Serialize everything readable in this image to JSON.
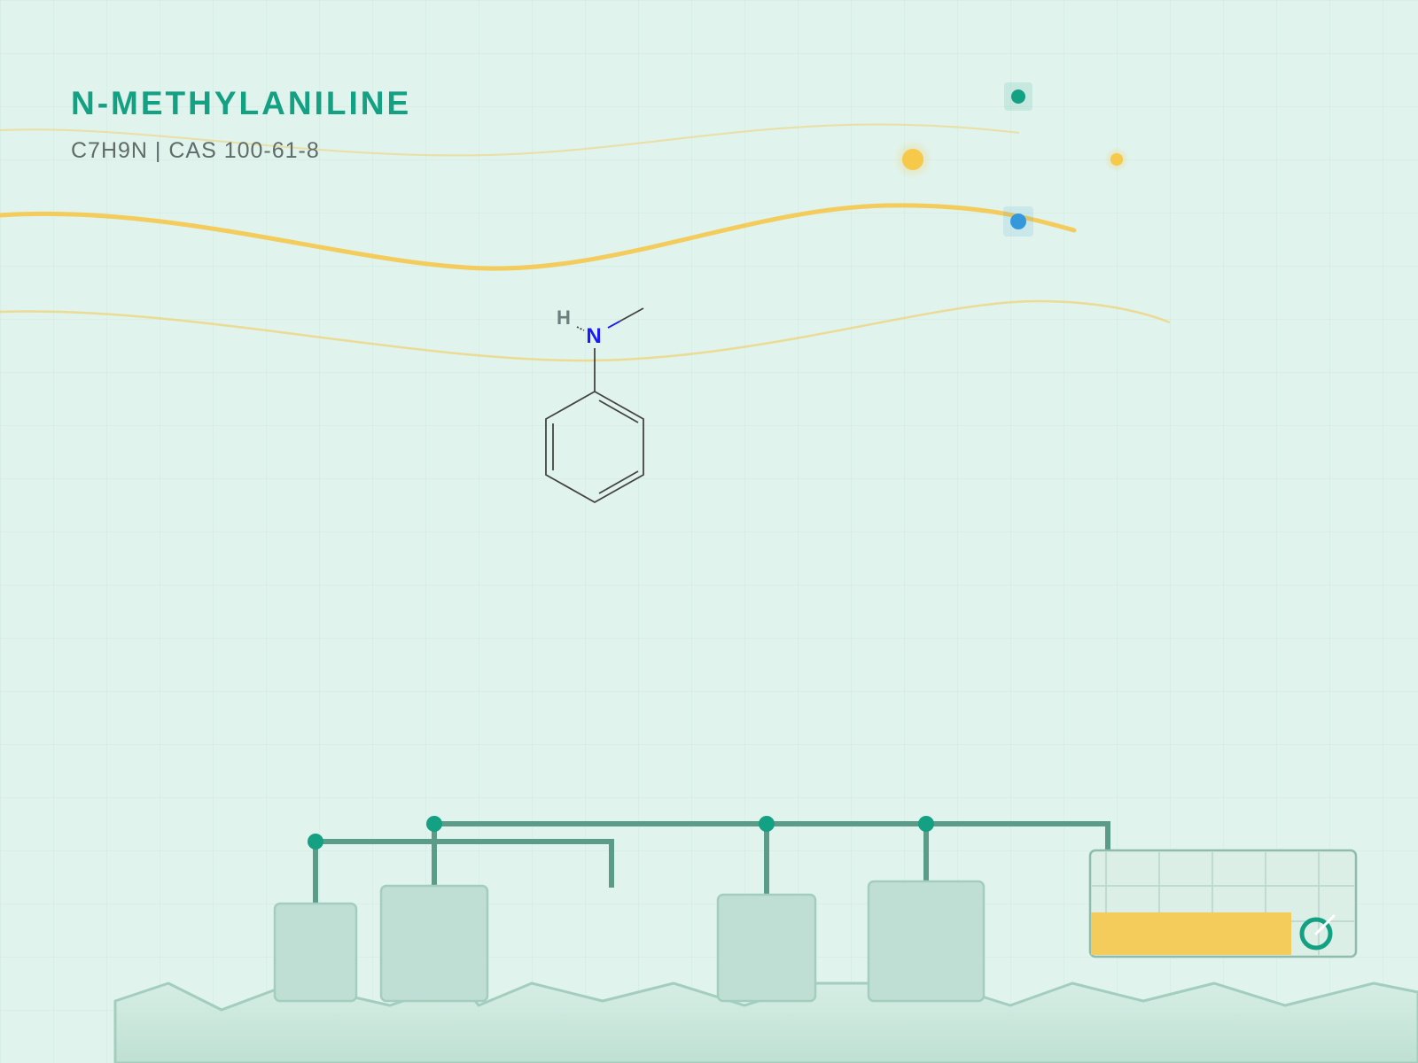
{
  "compound": {
    "name": "N-METHYLANILINE",
    "formula_cas": "C7H9N | CAS 100-61-8"
  },
  "molecule": {
    "atom_n": "N",
    "atom_h": "H"
  },
  "colors": {
    "background": "#e0f3ec",
    "accent": "#14a083",
    "accent_blue": "#3498db",
    "yellow": "#f3cc5c",
    "equipment": "#bfdfd4",
    "pipe": "#5a9c88",
    "nitrogen": "#1a1aff",
    "bond": "#444444"
  },
  "gauge": {
    "fill_fraction": 0.76
  }
}
